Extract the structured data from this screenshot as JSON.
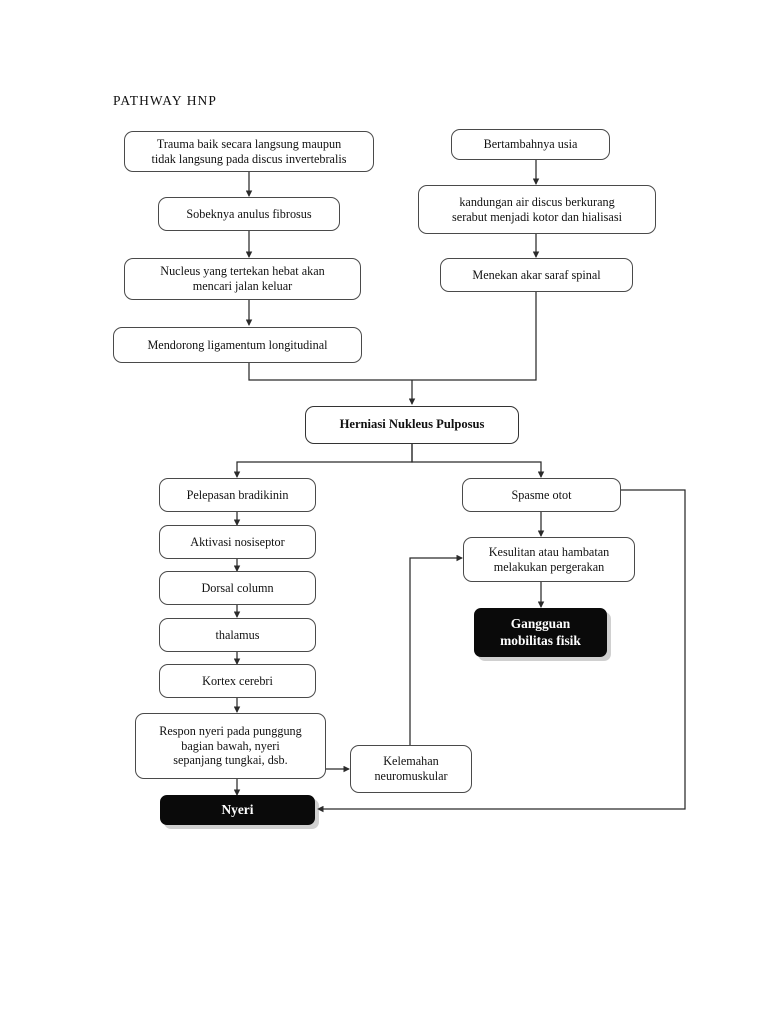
{
  "document": {
    "title": "PATHWAY  HNP",
    "background_color": "#ffffff",
    "text_color": "#111111",
    "line_color": "#2b2b2b",
    "highlight_box_color": "#0a0a0a",
    "highlight_text_color": "#ffffff"
  },
  "nodes": {
    "trauma": "Trauma baik secara langsung maupun\ntidak langsung pada discus invertebralis",
    "usia": "Bertambahnya usia",
    "anulus": "Sobeknya anulus fibrosus",
    "kandungan": "kandungan air discus berkurang\nserabut menjadi kotor dan hialisasi",
    "nucleus": "Nucleus yang tertekan hebat akan\nmencari jalan keluar",
    "menekan": "Menekan akar saraf spinal",
    "ligamentum": "Mendorong ligamentum longitudinal",
    "herniasi": "Herniasi Nukleus Pulposus",
    "bradikinin": "Pelepasan bradikinin",
    "spasme": "Spasme otot",
    "nosiseptor": "Aktivasi nosiseptor",
    "kesulitan": "Kesulitan atau hambatan\nmelakukan pergerakan",
    "dorsal": "Dorsal column",
    "gangguan": "Gangguan\nmobilitas fisik",
    "thalamus": "thalamus",
    "kortex": "Kortex cerebri",
    "respon": "Respon nyeri pada punggung\nbagian bawah, nyeri\nsepanjang tungkai, dsb.",
    "kelemahan": "Kelemahan\nneuromuskular",
    "nyeri": "Nyeri"
  }
}
